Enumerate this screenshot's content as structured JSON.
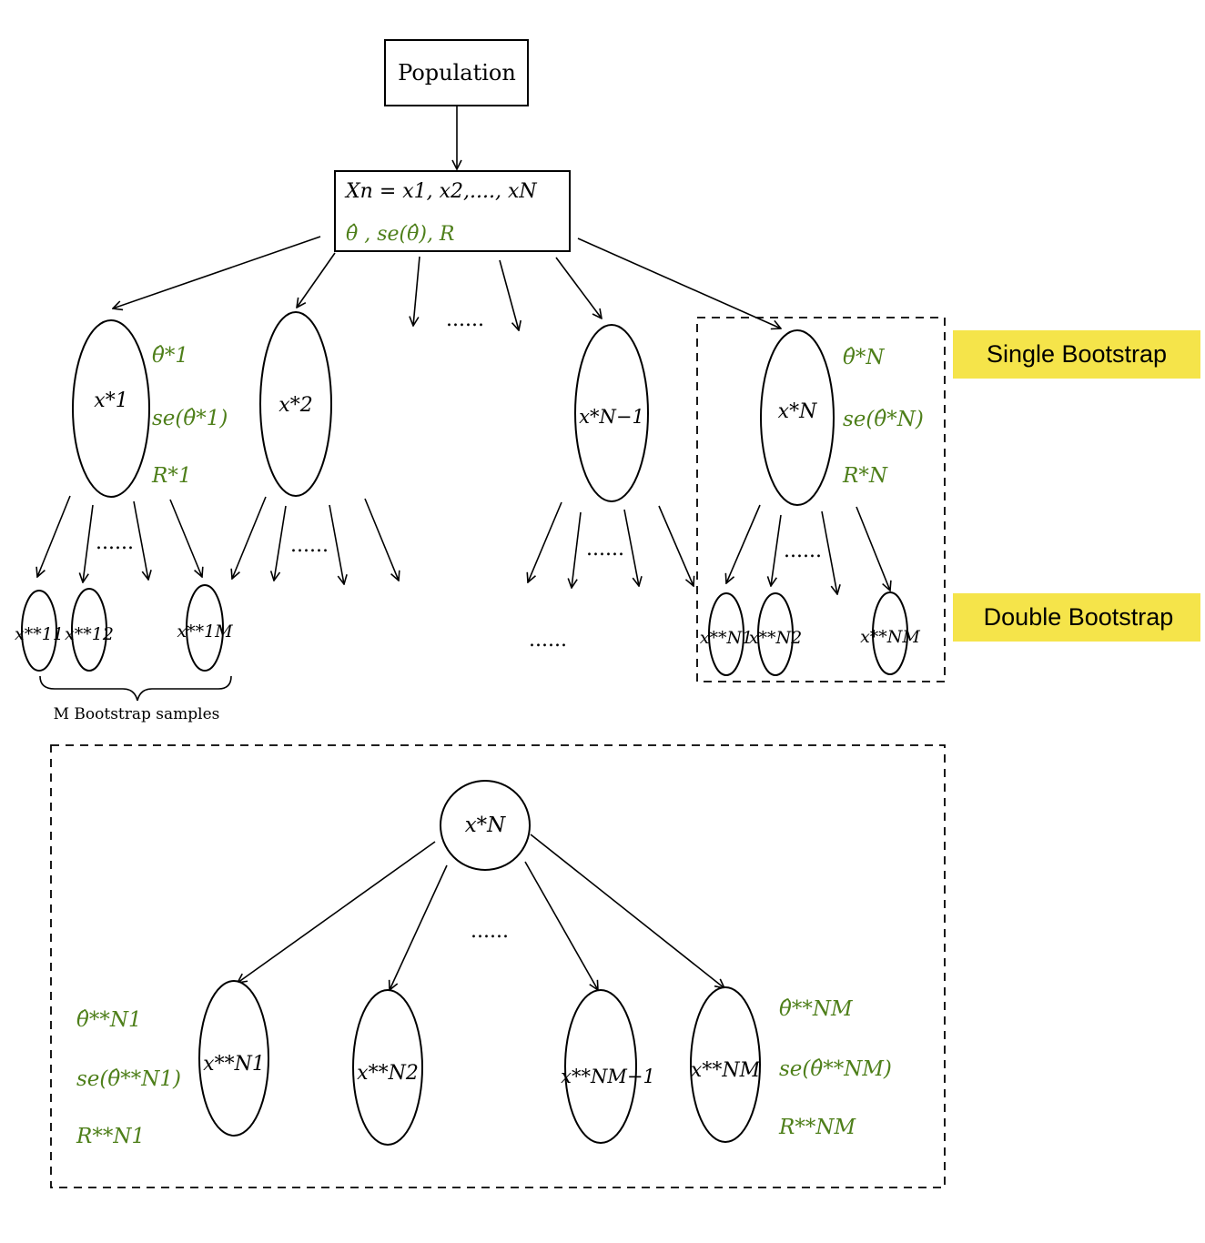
{
  "top": {
    "population": "Population",
    "sample_line": "Xn = x1, x2,...., xN",
    "sample_stats": "θ̂ , se(θ̂), R"
  },
  "single": {
    "node1": "x*1",
    "node2": "x*2",
    "nodeN1": "x*N−1",
    "nodeN": "x*N",
    "ellipsis": "......",
    "stats1": [
      "θ̂*1",
      "se(θ̂*1)",
      "R*1"
    ],
    "statsN": [
      "θ̂*N",
      "se(θ̂*N)",
      "R*N"
    ]
  },
  "double": {
    "leaf11": "x**11",
    "leaf12": "x**12",
    "leaf1M": "x**1M",
    "leafN1": "x**N1",
    "leafN2": "x**N2",
    "leafNM": "x**NM",
    "ellipsis_a": "......",
    "ellipsis_b": "......",
    "ellipsis_c": "......",
    "ellipsis_d": "......",
    "brace_label": "M Bootstrap samples"
  },
  "tags": {
    "single": "Single Bootstrap",
    "double": "Double Bootstrap",
    "tag_color": "#f5e44a"
  },
  "detail": {
    "root": "x*N",
    "c1": "x**N1",
    "c2": "x**N2",
    "c3": "x**NM−1",
    "c4": "x**NM",
    "ellipsis": "......",
    "stats_left": [
      "θ̂**N1",
      "se(θ̂**N1)",
      "R**N1"
    ],
    "stats_right": [
      "θ̂**NM",
      "se(θ̂**NM)",
      "R**NM"
    ]
  },
  "colors": {
    "green": "#4e7f1a"
  }
}
